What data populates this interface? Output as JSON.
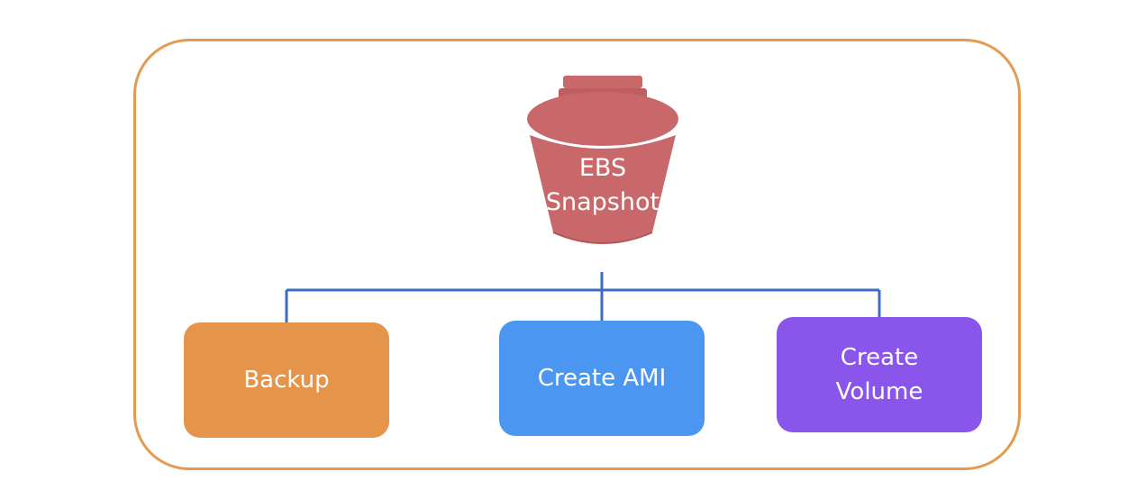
{
  "diagram": {
    "root": {
      "line1": "EBS",
      "line2": "Snapshot"
    },
    "children": [
      {
        "id": "backup",
        "label": "Backup"
      },
      {
        "id": "ami",
        "label": "Create AMI"
      },
      {
        "id": "volume",
        "label_line1": "Create",
        "label_line2": "Volume"
      }
    ]
  },
  "colors": {
    "frame": "#e59a4f",
    "bucket": "#c9686a",
    "connector": "#3f6cc2",
    "backup": "#e5944b",
    "ami": "#4a96f0",
    "volume": "#8a55ea"
  }
}
